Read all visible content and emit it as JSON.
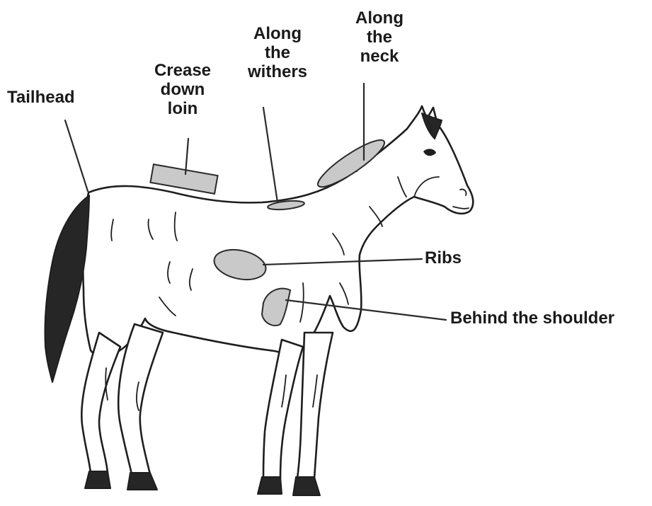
{
  "labels": {
    "tailhead": "Tailhead",
    "crease_down_loin": "Crease\ndown\nloin",
    "along_the_withers": "Along\nthe\nwithers",
    "along_the_neck": "Along\nthe\nneck",
    "ribs": "Ribs",
    "behind_the_shoulder": "Behind the shoulder"
  },
  "colors": {
    "region_fill": "#c9c9c9",
    "outline": "#1e1e1e",
    "mane_tail": "#262626",
    "background": "#ffffff"
  }
}
